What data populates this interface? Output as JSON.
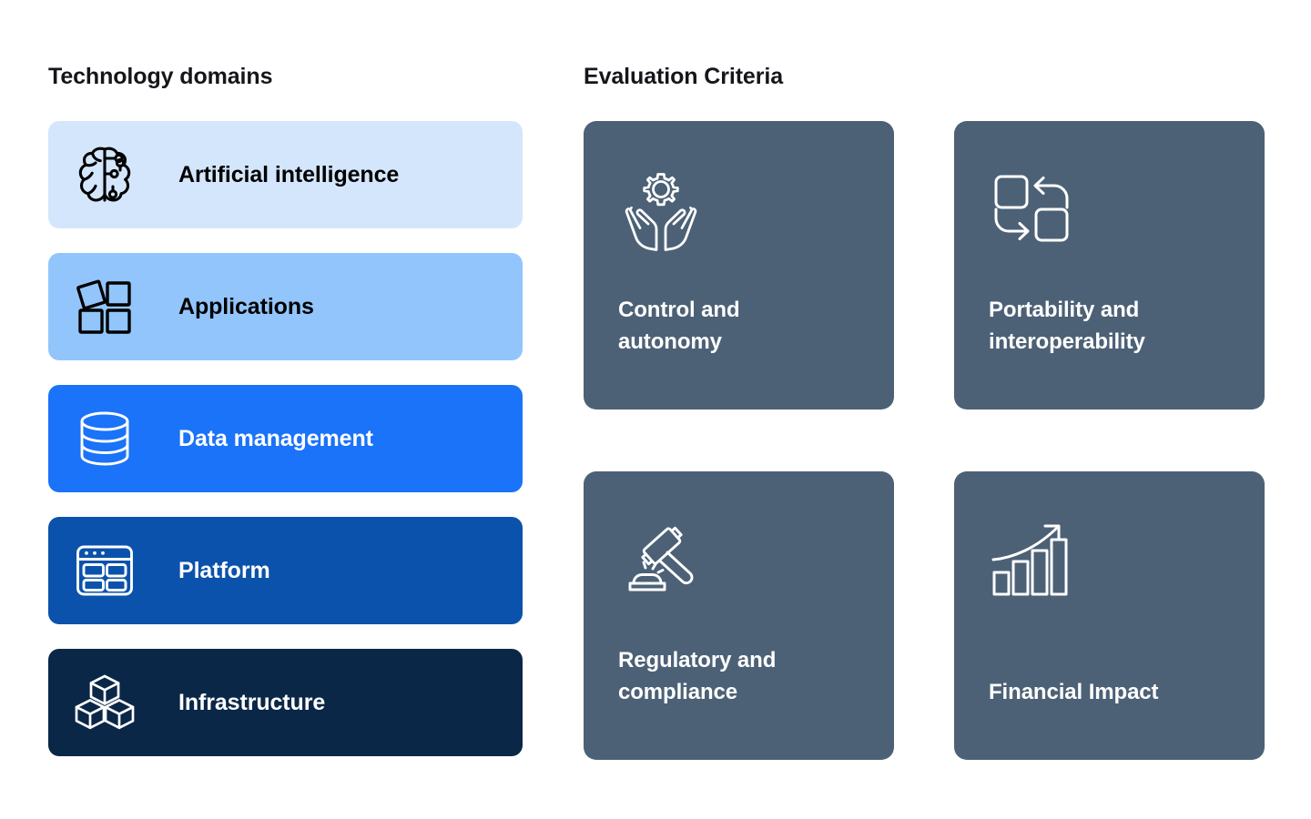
{
  "headings": {
    "left": "Technology domains",
    "right": "Evaluation Criteria"
  },
  "colors": {
    "background": "#ffffff",
    "heading_text": "#14161a",
    "criteria_card": "#4c6176",
    "domain_1": "#d4e6fb",
    "domain_2": "#92c5fb",
    "domain_3": "#1a73f8",
    "domain_4": "#0b52ac",
    "domain_5": "#0a2747"
  },
  "domains": {
    "items": [
      {
        "label": "Artificial intelligence",
        "icon": "brain-icon",
        "bg": "#d4e6fb",
        "fg": "#000000"
      },
      {
        "label": "Applications",
        "icon": "app-squares-icon",
        "bg": "#92c5fb",
        "fg": "#000000"
      },
      {
        "label": "Data management",
        "icon": "database-icon",
        "bg": "#1a73f8",
        "fg": "#ffffff"
      },
      {
        "label": "Platform",
        "icon": "browser-window-icon",
        "bg": "#0b52ac",
        "fg": "#ffffff"
      },
      {
        "label": "Infrastructure",
        "icon": "cubes-icon",
        "bg": "#0a2747",
        "fg": "#ffffff"
      }
    ]
  },
  "criteria": {
    "items": [
      {
        "title": "Control and\nautonomy",
        "icon": "hands-gear-icon"
      },
      {
        "title": "Portability and\ninteroperability",
        "icon": "swap-squares-icon"
      },
      {
        "title": "Regulatory and\ncompliance",
        "icon": "gavel-icon"
      },
      {
        "title": "Financial Impact",
        "icon": "bar-chart-growth-icon"
      }
    ]
  }
}
